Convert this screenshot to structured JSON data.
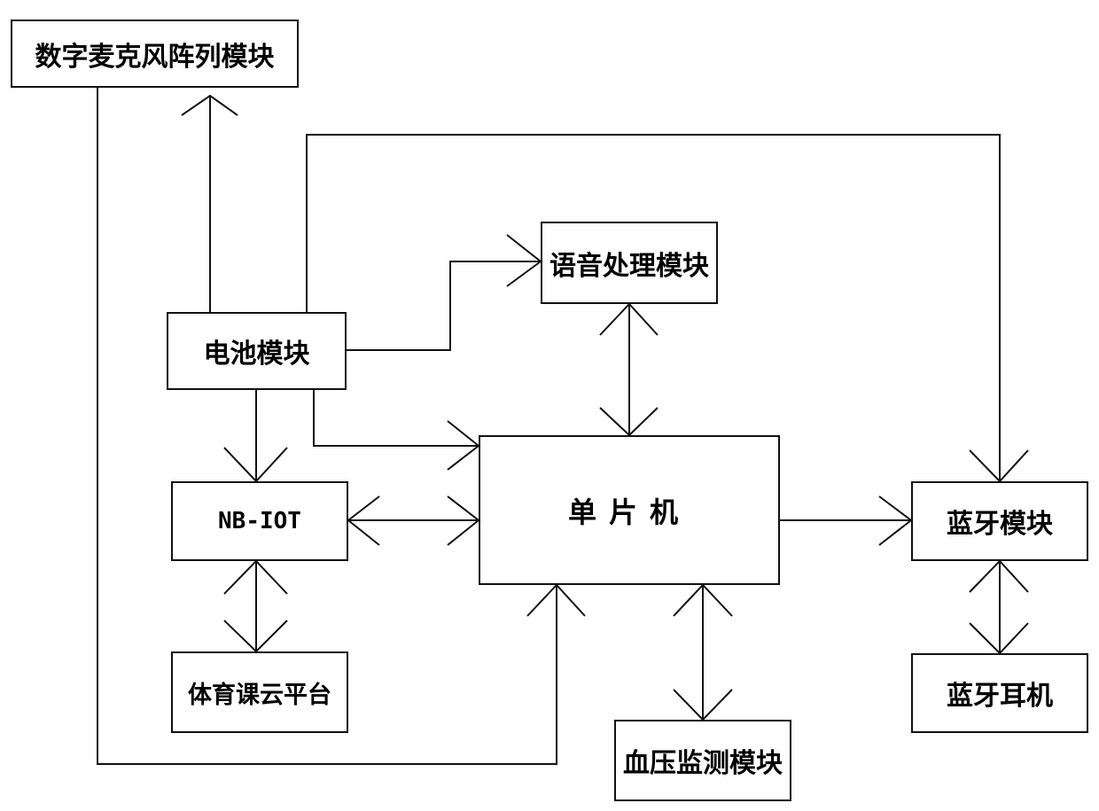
{
  "modules": {
    "mic_array": "数字麦克风阵列模块",
    "battery": "电池模块",
    "voice": "语音处理模块",
    "mcu": "单片机",
    "nbiot": "NB-IOT",
    "bluetooth": "蓝牙模块",
    "cloud": "体育课云平台",
    "earphone": "蓝牙耳机",
    "bp_monitor": "血压监测模块"
  },
  "colors": {
    "line": "#111111",
    "box_border": "#111111",
    "background": "#ffffff"
  }
}
